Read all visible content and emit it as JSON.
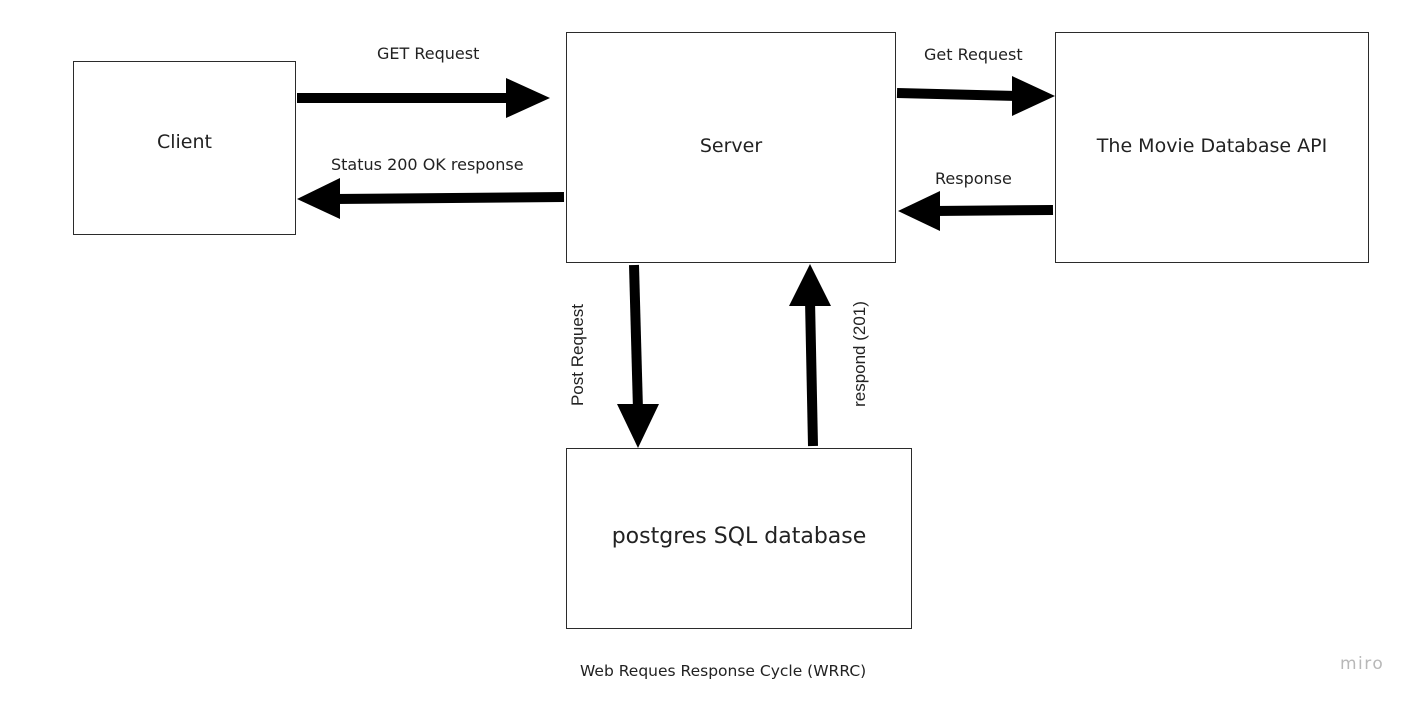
{
  "nodes": {
    "client": "Client",
    "server": "Server",
    "tmdb": "The Movie Database API",
    "postgres": "postgres SQL database"
  },
  "edges": {
    "client_to_server": "GET Request",
    "server_to_client": "Status 200 OK response",
    "server_to_tmdb": "Get Request",
    "tmdb_to_server": "Response",
    "server_to_postgres": "Post Request",
    "postgres_to_server": "respond (201)"
  },
  "caption": "Web Reques Response Cycle (WRRC)",
  "watermark": "miro"
}
